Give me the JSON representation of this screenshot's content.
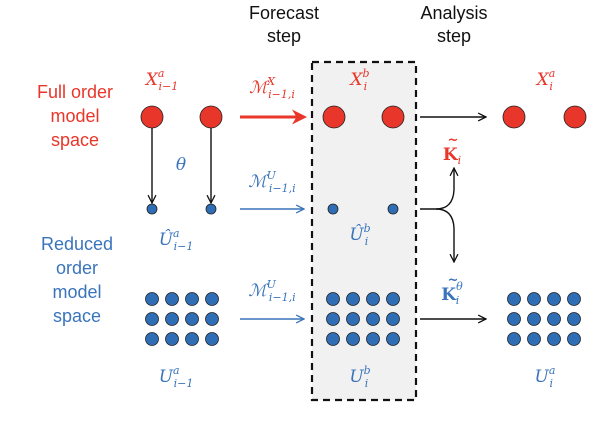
{
  "colors": {
    "full_order": "#e8362a",
    "reduced_order": "#2f6db5",
    "reduced_text": "#3a74bb",
    "arrow_black": "#111111",
    "box_fill": "#f1f1f1",
    "box_border": "#111111"
  },
  "headers": {
    "forecast": [
      "Forecast",
      "step"
    ],
    "analysis": [
      "Analysis",
      "step"
    ]
  },
  "side_labels": {
    "full_order": [
      "Full order",
      "model",
      "space"
    ],
    "reduced_order": [
      "Reduced",
      "order",
      "model",
      "space"
    ]
  },
  "labels": {
    "x_prev_analysis": {
      "base": "X",
      "sup": "a",
      "sub": "i−1"
    },
    "x_background": {
      "base": "X",
      "sup": "b",
      "sub": "i"
    },
    "x_analysis": {
      "base": "X",
      "sup": "a",
      "sub": "i"
    },
    "theta": "θ",
    "uhat_prev_analysis": {
      "base": "Û",
      "sup": "a",
      "sub": "i−1"
    },
    "uhat_background": {
      "base": "Û",
      "sup": "b",
      "sub": "i"
    },
    "u_prev_analysis": {
      "base": "U",
      "sup": "a",
      "sub": "i−1"
    },
    "u_background": {
      "base": "U",
      "sup": "b",
      "sub": "i"
    },
    "u_analysis": {
      "base": "U",
      "sup": "a",
      "sub": "i"
    },
    "model_x": {
      "base": "ℳ",
      "sup": "X",
      "sub": "i−1,i"
    },
    "model_u_projected": {
      "base": "ℳ",
      "sup": "U",
      "sub": "i−1,i"
    },
    "model_u_reduced": {
      "base": "ℳ",
      "sup": "U",
      "sub": "i−1,i"
    },
    "gain_full": {
      "tilde": "~",
      "base": "K",
      "sub": "i"
    },
    "gain_reduced": {
      "tilde": "~",
      "base": "K",
      "sup": "θ",
      "sub": "i"
    }
  },
  "nodes": {
    "full_order_states_per_group": 2,
    "projected_states_per_group": 2,
    "reduced_grid": {
      "rows": 3,
      "cols": 4
    }
  }
}
